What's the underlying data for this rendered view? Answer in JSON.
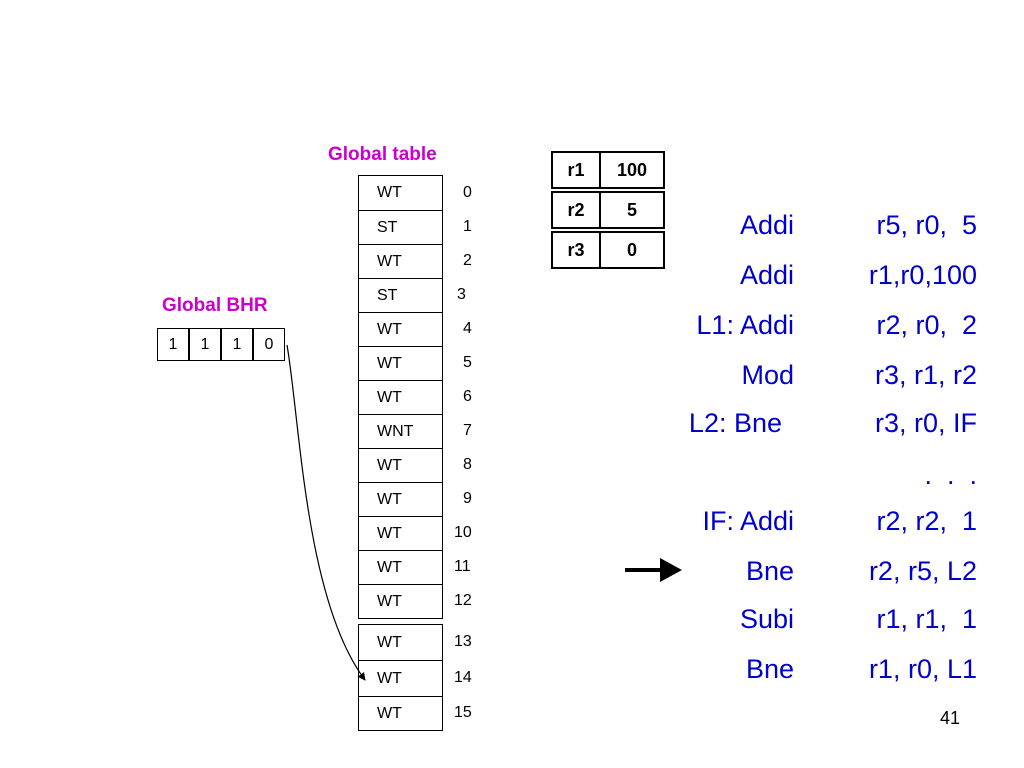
{
  "global_table": {
    "title": "Global table",
    "rows": [
      {
        "state": "WT",
        "index": "0"
      },
      {
        "state": "ST",
        "index": "1"
      },
      {
        "state": "WT",
        "index": "2"
      },
      {
        "state": "ST",
        "index": "3"
      },
      {
        "state": "WT",
        "index": "4"
      },
      {
        "state": "WT",
        "index": "5"
      },
      {
        "state": "WT",
        "index": "6"
      },
      {
        "state": "WNT",
        "index": "7"
      },
      {
        "state": "WT",
        "index": "8"
      },
      {
        "state": "WT",
        "index": "9"
      },
      {
        "state": "WT",
        "index": "10"
      },
      {
        "state": "WT",
        "index": "11"
      },
      {
        "state": "WT",
        "index": "12"
      },
      {
        "state": "WT",
        "index": "13"
      },
      {
        "state": "WT",
        "index": "14"
      },
      {
        "state": "WT",
        "index": "15"
      }
    ]
  },
  "global_bhr": {
    "title": "Global BHR",
    "bits": [
      "1",
      "1",
      "1",
      "0"
    ]
  },
  "registers": [
    {
      "name": "r1",
      "value": "100"
    },
    {
      "name": "r2",
      "value": "5"
    },
    {
      "name": "r3",
      "value": "0"
    }
  ],
  "code": [
    {
      "label": "Addi",
      "operands": "r5, r0,  5"
    },
    {
      "label": "Addi",
      "operands": "r1,r0,100"
    },
    {
      "label": "L1: Addi",
      "operands": "r2, r0,  2"
    },
    {
      "label": "Mod",
      "operands": "r3, r1, r2"
    },
    {
      "label": "L2: Bne",
      "operands": "r3, r0, IF"
    },
    {
      "label": "",
      "operands": ".  .  ."
    },
    {
      "label": "IF: Addi",
      "operands": "r2, r2,  1"
    },
    {
      "label": "Bne",
      "operands": "r2, r5, L2"
    },
    {
      "label": "Subi",
      "operands": "r1, r1,  1"
    },
    {
      "label": "Bne",
      "operands": "r1, r0, L1"
    }
  ],
  "current_instruction_index": 7,
  "page_number": "41",
  "colors": {
    "title": "#cc00cc",
    "code": "#0000cc"
  }
}
